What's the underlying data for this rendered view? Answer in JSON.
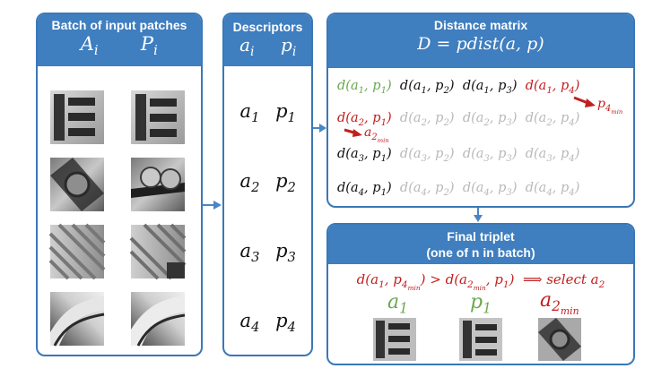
{
  "batch": {
    "title": "Batch of input patches",
    "col_a": "A",
    "col_a_sub": "i",
    "col_p": "P",
    "col_p_sub": "i"
  },
  "descriptors": {
    "title": "Descriptors",
    "col_a": "a",
    "col_a_sub": "i",
    "col_p": "p",
    "col_p_sub": "i",
    "rows": [
      {
        "a": "a",
        "a_sub": "1",
        "p": "p",
        "p_sub": "1"
      },
      {
        "a": "a",
        "a_sub": "2",
        "p": "p",
        "p_sub": "2"
      },
      {
        "a": "a",
        "a_sub": "3",
        "p": "p",
        "p_sub": "3"
      },
      {
        "a": "a",
        "a_sub": "4",
        "p": "p",
        "p_sub": "4"
      }
    ]
  },
  "distance_matrix": {
    "title": "Distance matrix",
    "formula": "D = pdist(a, p)",
    "p4min_label": "p",
    "p4min_sub": "4",
    "p4min_subsub": "min",
    "a2min_label": "a",
    "a2min_sub": "2",
    "a2min_subsub": "min"
  },
  "final": {
    "title": "Final triplet",
    "subtitle": "(one of n in batch)",
    "select_text": "select a",
    "select_sub": "2",
    "label_a1": "a",
    "label_a1_sub": "1",
    "label_p1": "p",
    "label_p1_sub": "1",
    "label_a2min": "a",
    "label_a2min_sub": "2",
    "label_a2min_subsub": "min"
  },
  "colors": {
    "header_blue": "#3f7ebf",
    "border_blue": "#3a78b7",
    "positive_green": "#6aa84f",
    "negative_red": "#c21f1f",
    "inactive_gray": "#b9b9b9"
  }
}
